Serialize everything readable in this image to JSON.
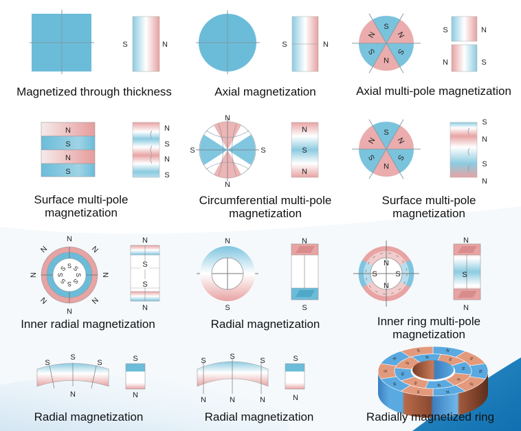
{
  "colors": {
    "blue": "#6bbcd9",
    "pink": "#e8a3a3",
    "ring_blue": "#5aa9e0",
    "ring_brown": "#e39a7c",
    "text": "#111111"
  },
  "figures": [
    {
      "caption": [
        "Magnetized through thickness"
      ],
      "poles": [
        "S",
        "N"
      ]
    },
    {
      "caption": [
        "Axial magnetization"
      ],
      "poles": [
        "S",
        "N"
      ]
    },
    {
      "caption": [
        "Axial multi-pole magnetization"
      ],
      "sectors": [
        "S",
        "N",
        "S",
        "N",
        "S",
        "N"
      ],
      "side": [
        "S",
        "N",
        "N",
        "S"
      ]
    },
    {
      "caption": [
        "Surface multi-pole",
        "magnetization"
      ],
      "block": [
        "N",
        "S",
        "N",
        "S"
      ],
      "side": [
        "N",
        "S",
        "N",
        "S"
      ]
    },
    {
      "caption": [
        "Circumferential multi-pole",
        "magnetization"
      ],
      "circle": [
        "N",
        "S",
        "N",
        "S"
      ],
      "side": [
        "N",
        "S",
        "N"
      ]
    },
    {
      "caption": [
        "Surface multi-pole",
        "magnetization"
      ],
      "sectors": [
        "S",
        "N",
        "S",
        "N",
        "S",
        "N"
      ],
      "side": [
        "S",
        "N",
        "S",
        "N"
      ]
    },
    {
      "caption": [
        "Inner radial magnetization"
      ],
      "outer": [
        "N",
        "N",
        "N",
        "N",
        "N",
        "N",
        "N",
        "N"
      ],
      "inner": [
        "S",
        "S",
        "S",
        "S",
        "S",
        "S",
        "S",
        "S"
      ],
      "side": [
        "N",
        "S",
        "S",
        "N"
      ]
    },
    {
      "caption": [
        "Radial magnetization"
      ],
      "poles": [
        "N",
        "S"
      ],
      "side": [
        "N",
        "S"
      ]
    },
    {
      "caption": [
        "Inner ring multi-pole",
        "magnetization"
      ],
      "inner": [
        "N",
        "S",
        "N",
        "S"
      ],
      "side": [
        "N",
        "S",
        "N"
      ]
    },
    {
      "caption": [
        "Radial magnetization"
      ],
      "top": [
        "S",
        "S",
        "S"
      ],
      "bottom": [
        "N"
      ],
      "side": [
        "S",
        "N"
      ]
    },
    {
      "caption": [
        "Radial magnetization"
      ],
      "top": [
        "S",
        "S",
        "S"
      ],
      "bottom": [
        "N",
        "N",
        "N"
      ],
      "side": [
        "S",
        "N"
      ]
    },
    {
      "caption": [
        "Radially magnetized ring"
      ],
      "outer": [
        "N",
        "S",
        "N",
        "S",
        "N",
        "S",
        "N",
        "S",
        "N",
        "S"
      ],
      "inner": [
        "S",
        "N",
        "S",
        "N",
        "S",
        "N",
        "S",
        "N"
      ]
    }
  ]
}
